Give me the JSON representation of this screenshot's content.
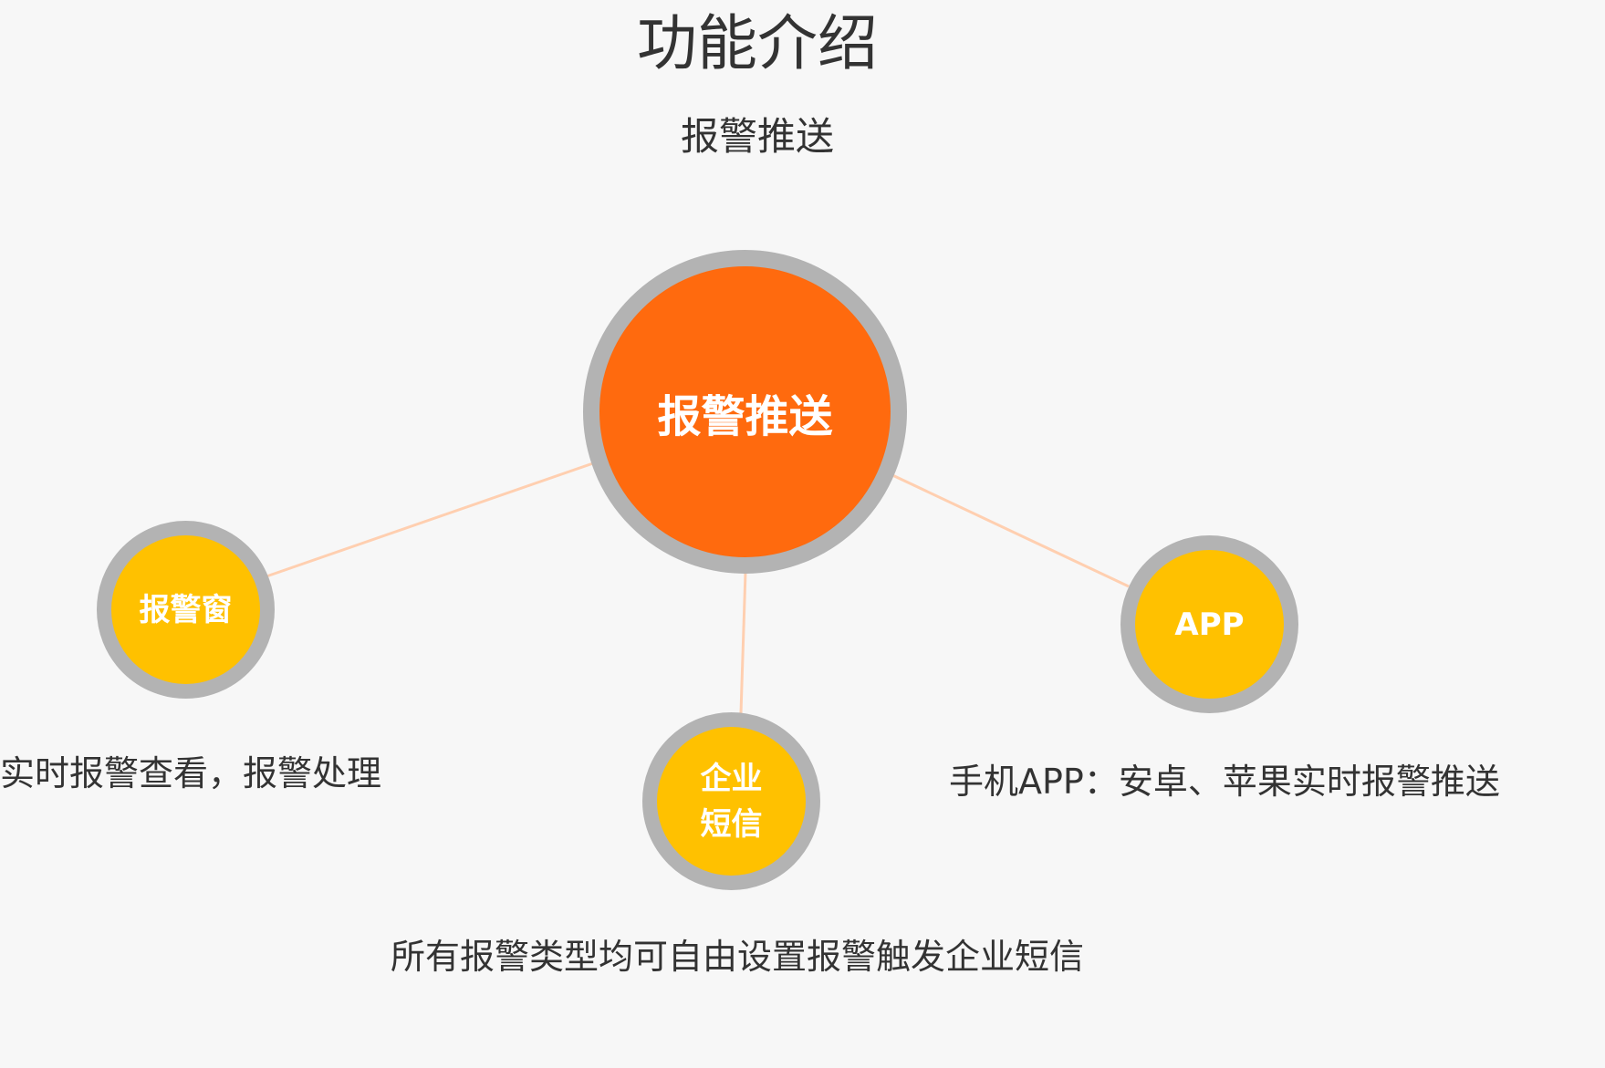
{
  "header": {
    "title": "功能介绍",
    "subtitle": "报警推送"
  },
  "diagram": {
    "center": {
      "label": "报警推送"
    },
    "branches": [
      {
        "id": "window",
        "label": "报警窗",
        "description": "实时报警查看，报警处理"
      },
      {
        "id": "sms",
        "label_line1": "企业",
        "label_line2": "短信",
        "description": "所有报警类型均可自由设置报警触发企业短信"
      },
      {
        "id": "app",
        "label": "APP",
        "description": "手机APP：安卓、苹果实时报警推送"
      }
    ]
  },
  "colors": {
    "center_fill": "#ff6a0e",
    "branch_fill": "#ffc100",
    "ring": "#b3b3b3",
    "connector": "#ffcfb0",
    "background": "#f7f7f7"
  }
}
